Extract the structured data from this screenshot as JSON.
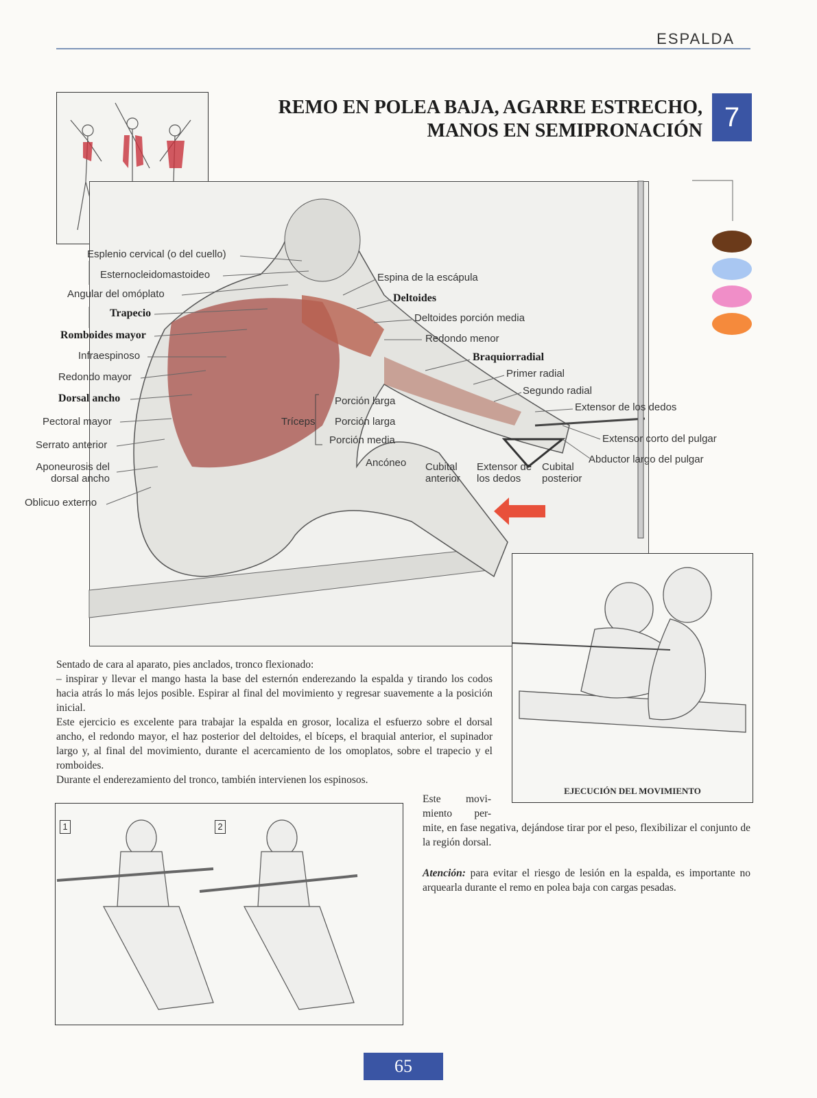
{
  "header": {
    "section": "ESPALDA"
  },
  "title": {
    "line1": "REMO EN POLEA BAJA, AGARRE ESTRECHO,",
    "line2": "MANOS EN SEMIPRONACIÓN",
    "number": "7"
  },
  "legend_colors": [
    "#6b3a1a",
    "#a9c7f2",
    "#f08ec8",
    "#f58a3c"
  ],
  "labels_left": {
    "l1": "Esplenio cervical (o del cuello)",
    "l2": "Esternocleidomastoideo",
    "l3": "Angular del omóplato",
    "l4": "Trapecio",
    "l5": "Romboides mayor",
    "l6": "Infraespinoso",
    "l7": "Redondo mayor",
    "l8": "Dorsal ancho",
    "l9": "Pectoral mayor",
    "l10": "Serrato anterior",
    "l11a": "Aponeurosis del",
    "l11b": "dorsal ancho",
    "l12": "Oblicuo externo"
  },
  "labels_right": {
    "r1": "Espina de la escápula",
    "r2": "Deltoides",
    "r3": "Deltoides porción media",
    "r4": "Redondo menor",
    "r5": "Braquiorradial",
    "r6": "Primer radial",
    "r7": "Segundo radial",
    "r8": "Extensor de los dedos",
    "r9": "Extensor corto del pulgar",
    "r10": "Abductor largo del pulgar"
  },
  "labels_center": {
    "c1": "Porción larga",
    "c2": "Tríceps",
    "c3": "Porción larga",
    "c4": "Porción media",
    "c5": "Ancóneo",
    "c6a": "Cubital",
    "c6b": "anterior",
    "c7a": "Extensor de",
    "c7b": "los dedos",
    "c8a": "Cubital",
    "c8b": "posterior"
  },
  "execution_caption": "EJECUCIÓN DEL MOVIMIENTO",
  "text": {
    "p1": "Sentado de cara al aparato, pies anclados, tronco flexionado:",
    "p2": "– inspirar y llevar el mango hasta la base del esternón enderezando la espalda y tirando los codos hacia atrás lo más lejos posible. Espirar al final del movimiento y regresar suavemente a la posición inicial.",
    "p3": "Este ejercicio es excelente para trabajar la espalda en grosor, localiza el esfuerzo sobre el dorsal ancho, el redondo mayor, el haz posterior del deltoides, el bíceps, el braquial anterior, el supinador largo y, al final del movimiento, durante el acercamiento de los omoplatos, sobre el trapecio y el romboides.",
    "p4": "Durante el enderezamiento del tronco, también intervienen los espinosos.",
    "p5a": "Este movi-",
    "p5b": "miento per-",
    "p5c": "mite, en fase negativa, dejándose tirar por el peso, flexibilizar el conjunto de la región dorsal.",
    "attention_label": "Atención:",
    "attention_text": " para evitar el riesgo de lesión en la espalda, es importante no arquearla durante el remo en polea baja con cargas pesadas."
  },
  "steps": {
    "s1": "1",
    "s2": "2"
  },
  "page_number": "65"
}
